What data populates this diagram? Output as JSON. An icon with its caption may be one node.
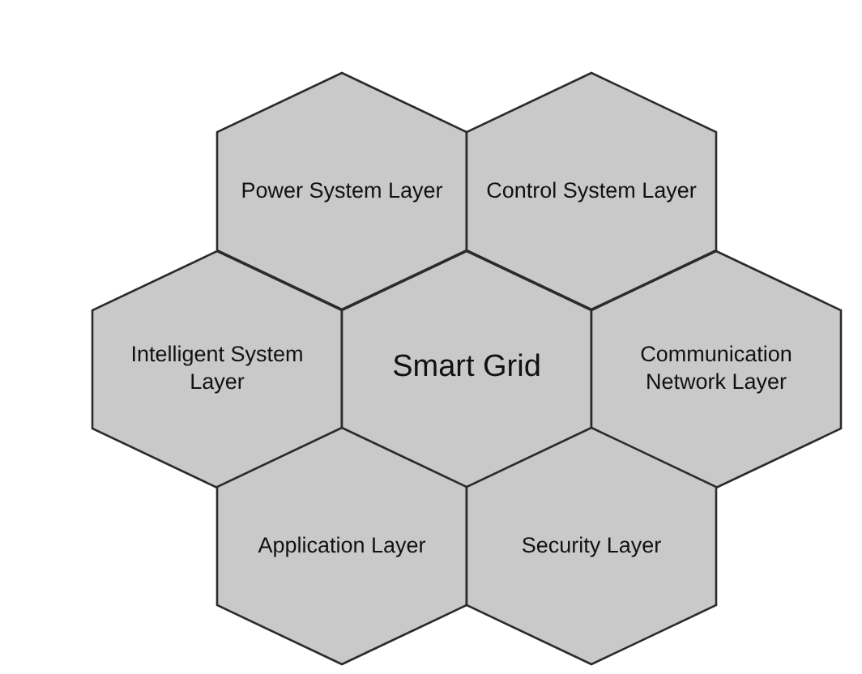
{
  "diagram": {
    "nodes": [
      {
        "text": [
          "Power System Layer"
        ]
      },
      {
        "text": [
          "Control System Layer"
        ]
      },
      {
        "text": [
          "Intelligent System Layer"
        ]
      },
      {
        "text": [
          "Smart Grid"
        ]
      },
      {
        "text": [
          "Communication Network Layer"
        ]
      },
      {
        "text": [
          "Application Layer"
        ]
      },
      {
        "text": [
          "Security Layer"
        ]
      }
    ]
  }
}
